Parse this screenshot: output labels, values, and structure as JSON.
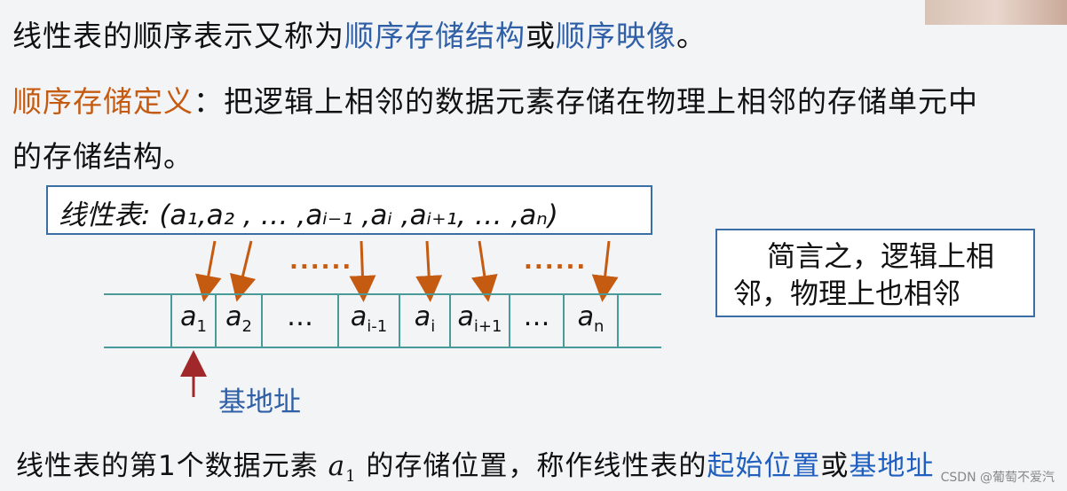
{
  "header": {
    "prefix": "线性表的顺序表示又称为",
    "term1": "顺序存储结构",
    "mid": "或",
    "term2": "顺序映像",
    "suffix": "。"
  },
  "definition": {
    "term": "顺序存储定义",
    "colon": "：",
    "line1": "把逻辑上相邻的数据元素存储在物理上相邻的存储单元中",
    "line2": "的存储结构。"
  },
  "linear_list": {
    "label": "线性表:",
    "text": "(a₁,a₂ ,  …  ,aᵢ₋₁ ,aᵢ ,aᵢ₊₁,  …   ,aₙ)"
  },
  "dots_left": "......",
  "dots_right": "......",
  "cells": [
    {
      "base": "a",
      "sub": "1"
    },
    {
      "base": "a",
      "sub": "2"
    },
    {
      "base": "…",
      "sub": ""
    },
    {
      "base": "a",
      "sub": "i-1"
    },
    {
      "base": "a",
      "sub": "i"
    },
    {
      "base": "a",
      "sub": "i+1"
    },
    {
      "base": "…",
      "sub": ""
    },
    {
      "base": "a",
      "sub": "n"
    }
  ],
  "base_address_label": "基地址",
  "callout": {
    "line1": "简言之，逻辑上相",
    "line2": "邻，物理上也相邻"
  },
  "footer": {
    "prefix": "线性表的第1个数据元素",
    "sym_base": "a",
    "sym_sub": "1",
    "mid": "的存储位置，称作线性表的",
    "term1": "起始位置",
    "or": "或",
    "term2": "基地址"
  },
  "watermark": "CSDN @葡萄不爱汽",
  "colors": {
    "blue": "#2f5fa6",
    "orange": "#c55a11",
    "arrow": "#c55a11",
    "base_arrow": "#a0282a",
    "cell_line": "#4a9a9a"
  }
}
